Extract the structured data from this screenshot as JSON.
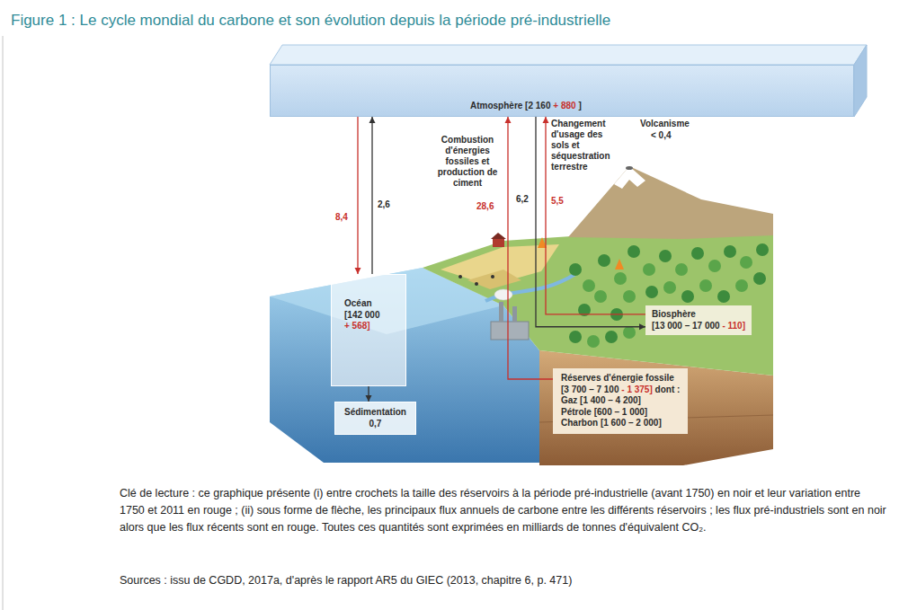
{
  "diagram": {
    "title": "Figure 1 : Le cycle mondial du carbone et son évolution depuis la période pré-industrielle",
    "caption": "Clé de lecture : ce graphique présente (i) entre crochets la taille des réservoirs à la période pré-industrielle (avant 1750) en noir et leur variation entre 1750 et 2011 en rouge ; (ii) sous forme de flèche, les principaux flux annuels de carbone entre les différents réservoirs ; les flux pré-industriels sont en noir alors que les flux récents sont en rouge. Toutes ces quantités sont exprimées en milliards de tonnes d'équivalent CO₂.",
    "nodes": [
      {
        "text": [
          "Atmosphère [2 160",
          "+ 880",
          "]"
        ]
      },
      {
        "text": [
          "Océan",
          "[142 000",
          "+ 568]"
        ]
      },
      {
        "text": [
          "Sédimentation",
          "0,7"
        ]
      },
      {
        "text": [
          "Biosphère",
          "[13 000 – 17 000",
          "- 110]"
        ]
      },
      {
        "text": [
          "Réserves d'énergie fossile",
          "[3 700 – 7 100",
          "- 1 375]",
          "dont :",
          "Gaz [1 400 – 4 200]",
          "Pétrole [600 – 1 000]",
          "Charbon [1 600 – 2 000]"
        ]
      }
    ],
    "edges": [
      {
        "from": 0,
        "to": 1,
        "label": "8,4",
        "arrow": "to"
      },
      {
        "from": 1,
        "to": 0,
        "label": "2,6",
        "arrow": "to"
      },
      {
        "from": 4,
        "to": 0,
        "label": "28,6",
        "arrow": "to"
      },
      {
        "from": 0,
        "to": 3,
        "label": "6,2",
        "arrow": "to"
      },
      {
        "from": 3,
        "to": 0,
        "label": "5,5",
        "arrow": "to"
      },
      {
        "from": 1,
        "to": 2,
        "arrow": "to"
      }
    ],
    "labels": [
      "Combustion d'énergies fossiles et production de ciment",
      "Changement d'usage des sols et séquestration terrestre",
      "Volcanisme",
      "< 0,4",
      "Sources : issu de CGDD, 2017a, d'après le rapport AR5 du GIEC (2013, chapitre 6, p. 471)"
    ]
  }
}
